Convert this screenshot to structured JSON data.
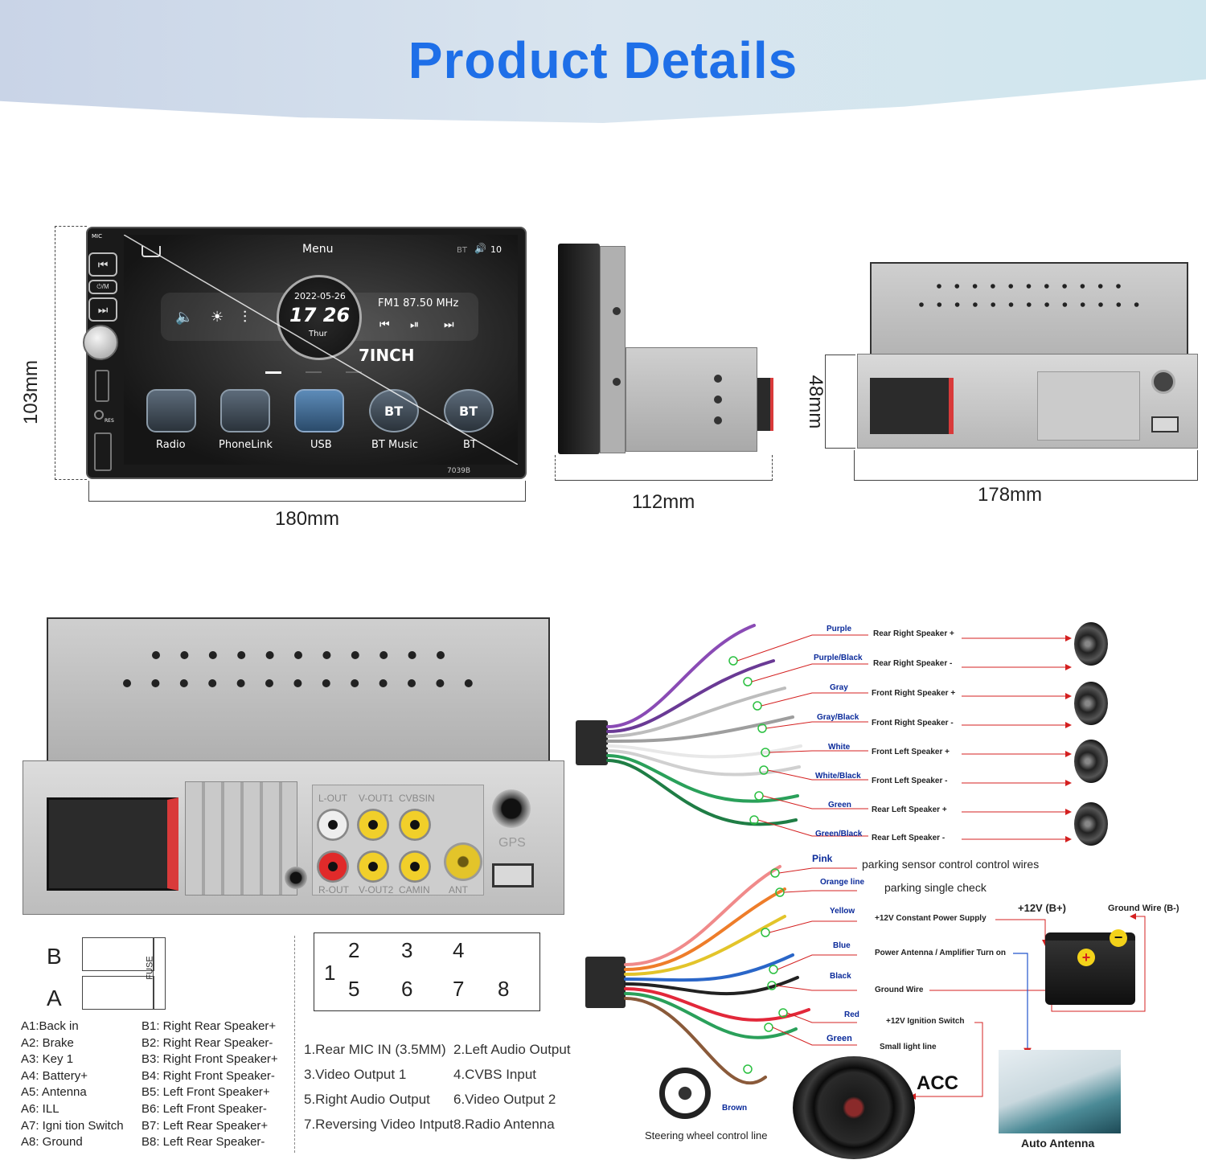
{
  "header": {
    "title": "Product Details"
  },
  "dimensions": {
    "width_front": "180mm",
    "height_front": "103mm",
    "depth": "112mm",
    "width_back": "178mm",
    "height_back": "48mm"
  },
  "screen": {
    "menu": "Menu",
    "bt": "BT",
    "volume": "10",
    "date": "2022-05-26",
    "time": "17 26",
    "day": "Thur",
    "radio": "FM1 87.50 MHz",
    "size": "7INCH",
    "model": "7039B",
    "mic": "MIC",
    "rst": "RES",
    "apps": [
      "Radio",
      "PhoneLink",
      "USB",
      "BT Music",
      "BT"
    ],
    "bt_badge": "BT"
  },
  "back_panel": {
    "labels": [
      "L-OUT",
      "V-OUT1",
      "CVBSIN",
      "R-OUT",
      "V-OUT2",
      "CAMIN",
      "ANT",
      "GPS"
    ]
  },
  "connector": {
    "row_b": "B",
    "row_a": "A",
    "fuse": "FUSE"
  },
  "pins_a": [
    "A1:Back   in",
    "A2: Brake",
    "A3: Key 1",
    "A4: Battery+",
    "A5: Antenna",
    "A6: ILL",
    "A7:  Igni tion Switch",
    "A8: Ground"
  ],
  "pins_b": [
    "B1: Right Rear Speaker+",
    "B2: Right Rear Speaker-",
    "B3: Right Front Speaker+",
    "B4: Right Front Speaker-",
    "B5: Left Front Speaker+",
    "B6: Left Front Speaker-",
    "B7: Left Rear Speaker+",
    "B8: Left Rear Speaker-"
  ],
  "port_numbers": [
    "1",
    "2",
    "3",
    "4",
    "5",
    "6",
    "7",
    "8"
  ],
  "ports_left": [
    "1.Rear MIC IN (3.5MM)",
    "3.Video Output 1",
    "5.Right Audio Output",
    "7.Reversing Video Intput"
  ],
  "ports_right": [
    "2.Left Audio Output",
    "4.CVBS Input",
    "6.Video Output 2",
    "8.Radio Antenna"
  ],
  "speaker_wires": [
    {
      "color": "Purple",
      "desc": "Rear Right Speaker +",
      "hex": "#8a4bb5"
    },
    {
      "color": "Purple/Black",
      "desc": "Rear Right Speaker -",
      "hex": "#6a3a95"
    },
    {
      "color": "Gray",
      "desc": "Front Right Speaker +",
      "hex": "#bdbdbd"
    },
    {
      "color": "Gray/Black",
      "desc": "Front Right Speaker -",
      "hex": "#9e9e9e"
    },
    {
      "color": "White",
      "desc": "Front Left Speaker +",
      "hex": "#e8e8e8"
    },
    {
      "color": "White/Black",
      "desc": "Front Left Speaker -",
      "hex": "#d0d0d0"
    },
    {
      "color": "Green",
      "desc": "Rear Left Speaker +",
      "hex": "#2aa05a"
    },
    {
      "color": "Green/Black",
      "desc": "Rear Left Speaker -",
      "hex": "#1f7d45"
    }
  ],
  "power_wires": [
    {
      "color": "Pink",
      "desc": "parking sensor control control wires",
      "hex": "#f08a8a"
    },
    {
      "color": "Orange line",
      "desc": "parking single check",
      "hex": "#ee7d2a"
    },
    {
      "color": "Yellow",
      "desc": "+12V Constant Power Supply",
      "hex": "#e3c42a"
    },
    {
      "color": "Blue",
      "desc": "Power Antenna / Amplifier Turn on",
      "hex": "#2a66c8"
    },
    {
      "color": "Black",
      "desc": "Ground Wire",
      "hex": "#222222"
    },
    {
      "color": "Red",
      "desc": "+12V  Ignition Switch",
      "hex": "#e2283a"
    },
    {
      "color": "Green",
      "desc": "Small light line",
      "hex": "#2aa05a"
    },
    {
      "color": "Brown",
      "desc": "Steering wheel control line",
      "hex": "#8a5a3a"
    }
  ],
  "battery": {
    "plus": "+12V  (B+)",
    "ground": "Ground Wire (B-)"
  },
  "acc": "ACC",
  "antenna": "Auto Antenna",
  "colors": {
    "title": "#1e6fe8",
    "wire_label": "#0a2a9a",
    "arrow": "#d42020"
  }
}
